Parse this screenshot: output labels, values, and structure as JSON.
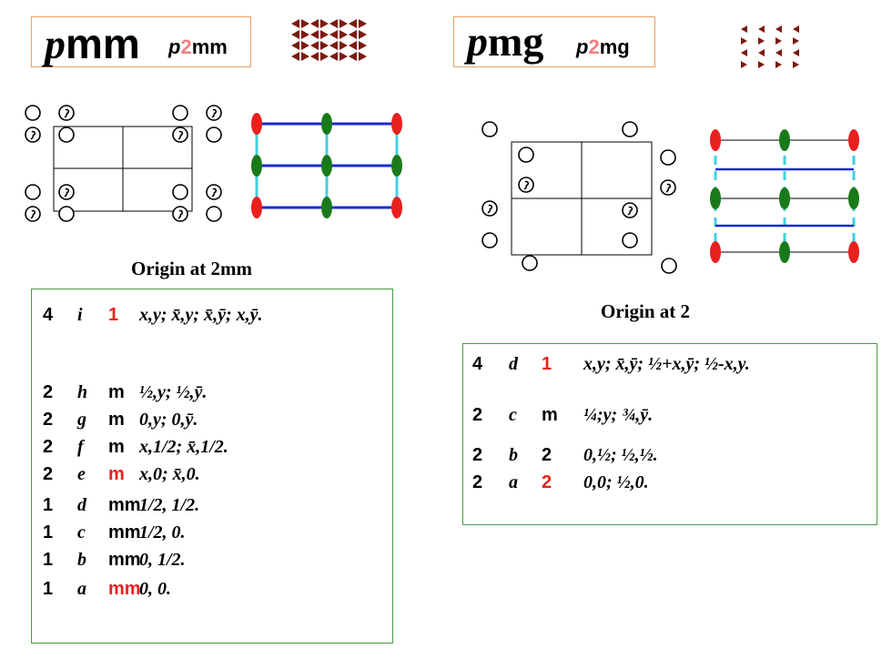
{
  "left": {
    "title_main": "pmm",
    "title_sub_p": "p",
    "title_sub_2": "2",
    "title_sub_rest": "mm",
    "origin_label": "Origin at 2mm",
    "rows": [
      {
        "mult": "4",
        "wyckoff": "i",
        "symmetry": "1",
        "coords": "x,y; x̄,y; x̄,ȳ; x,ȳ.",
        "highlight": true
      },
      {
        "mult": "2",
        "wyckoff": "h",
        "symmetry": "m",
        "coords": "½,y; ½,ȳ.",
        "highlight": false
      },
      {
        "mult": "2",
        "wyckoff": "g",
        "symmetry": "m",
        "coords": "0,y; 0,ȳ.",
        "highlight": false
      },
      {
        "mult": "2",
        "wyckoff": "f",
        "symmetry": "m",
        "coords": "x,1/2; x̄,1/2.",
        "highlight": false
      },
      {
        "mult": "2",
        "wyckoff": "e",
        "symmetry": "m",
        "coords": "x,0; x̄,0.",
        "highlight": true
      },
      {
        "mult": "1",
        "wyckoff": "d",
        "symmetry": "mm",
        "coords": "1/2, 1/2.",
        "highlight": false
      },
      {
        "mult": "1",
        "wyckoff": "c",
        "symmetry": "mm",
        "coords": "1/2, 0.",
        "highlight": false
      },
      {
        "mult": "1",
        "wyckoff": "b",
        "symmetry": "mm",
        "coords": "0, 1/2.",
        "highlight": false
      },
      {
        "mult": "1",
        "wyckoff": "a",
        "symmetry": "mm",
        "coords": "0, 0.",
        "highlight": true
      }
    ]
  },
  "right": {
    "title_main": "pmg",
    "title_sub_p": "p",
    "title_sub_2": "2",
    "title_sub_rest": "mg",
    "origin_label": "Origin at 2",
    "rows": [
      {
        "mult": "4",
        "wyckoff": "d",
        "symmetry": "1",
        "coords": "x,y; x̄,ȳ; ½+x,ȳ; ½-x,y.",
        "highlight": true
      },
      {
        "mult": "2",
        "wyckoff": "c",
        "symmetry": "m",
        "coords": "¼;y; ¾,ȳ.",
        "highlight": false
      },
      {
        "mult": "2",
        "wyckoff": "b",
        "symmetry": "2",
        "coords": "0,½; ½,½.",
        "highlight": false
      },
      {
        "mult": "2",
        "wyckoff": "a",
        "symmetry": "2",
        "coords": "0,0; ½,0.",
        "highlight": true
      }
    ]
  },
  "colors": {
    "motif": "#7b1a10",
    "mirror": "#1a2ad6",
    "glide": "#40d0e0",
    "axis_red": "#e8211f",
    "axis_green": "#1a7a1a",
    "box_orange": "#e8a060",
    "box_green": "#4a9a4a"
  }
}
